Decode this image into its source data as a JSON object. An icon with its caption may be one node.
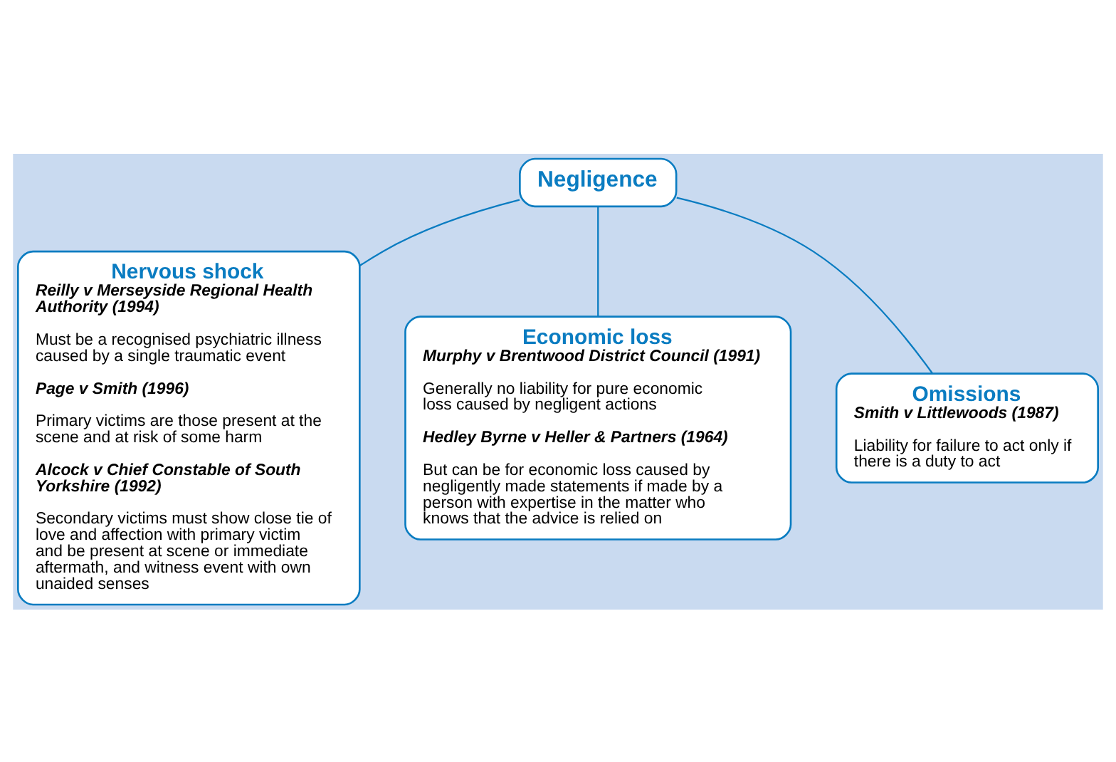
{
  "diagram": {
    "nodes": [
      {
        "text": [
          "Negligence"
        ]
      },
      {
        "text": [
          "Nervous shock",
          "Reilly v Merseyside Regional Health Authority (1994)",
          "Must be a recognised psychiatric illness caused by a single traumatic event",
          "Page v Smith (1996)",
          "Primary victims are those present at the scene and at risk of some harm",
          "Alcock v Chief Constable of South Yorkshire (1992)",
          "Secondary victims must show close tie of love and affection with primary victim and be present at scene or immediate aftermath, and witness event with own unaided senses"
        ]
      },
      {
        "text": [
          "Economic loss",
          "Murphy v Brentwood District Council (1991)",
          "Generally no liability for pure economic loss caused by negligent actions",
          "Hedley Byrne v Heller & Partners (1964)",
          "But can be for economic loss caused by negligently made statements if made by a person with expertise in the matter who knows that the advice is relied on"
        ]
      },
      {
        "text": [
          "Omissions",
          "Smith v Littlewoods (1987)",
          "Liability for failure to act only if there is a duty to act"
        ]
      }
    ],
    "edges": [
      {
        "from": 0,
        "to": 1,
        "arrow": "none"
      },
      {
        "from": 0,
        "to": 2,
        "arrow": "none"
      },
      {
        "from": 0,
        "to": 3,
        "arrow": "none"
      }
    ]
  }
}
